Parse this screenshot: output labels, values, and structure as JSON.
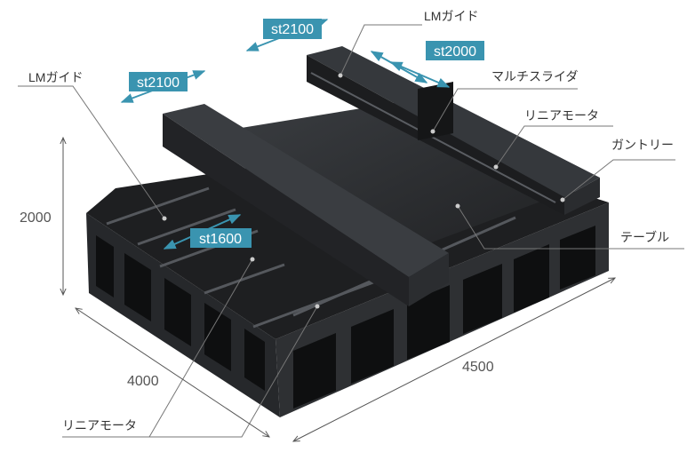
{
  "colors": {
    "tag_bg": "#3a94b0",
    "machine": "#2b2d30",
    "machine_dark": "#1a1b1d",
    "machine_light": "#45484c"
  },
  "labels": {
    "lm_guide_top": "LMガイド",
    "multi_slider": "マルチスライダ",
    "linear_motor_right": "リニアモータ",
    "gantry": "ガントリー",
    "table": "テーブル",
    "lm_guide_left": "LMガイド",
    "linear_motor_bottom": "リニアモータ"
  },
  "strokes": {
    "top": "st2100",
    "upper_slider": "st2000",
    "left": "st2100",
    "table": "st1600"
  },
  "dimensions": {
    "height": "2000",
    "depth": "4000",
    "width": "4500"
  }
}
